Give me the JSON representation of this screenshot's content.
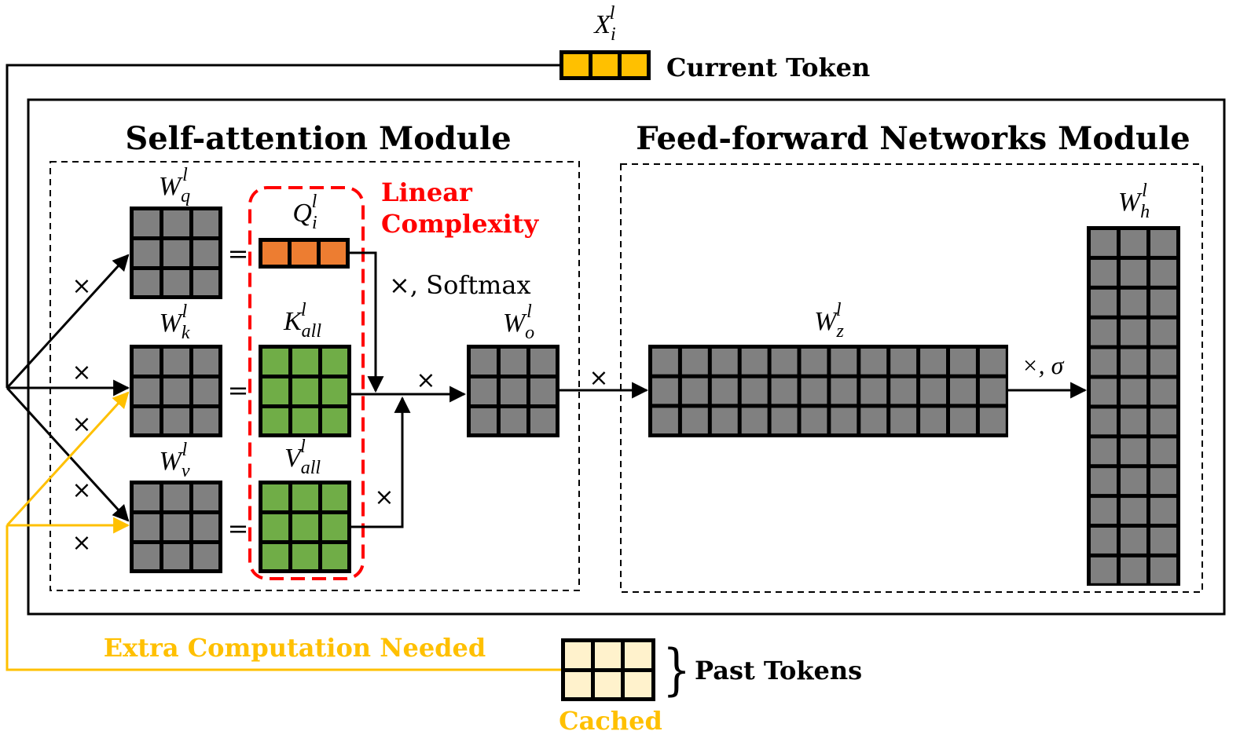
{
  "colors": {
    "black": "#000000",
    "gray_cell": "#808080",
    "orange_cell": "#ED7D31",
    "green_cell": "#70AD47",
    "gold": "#FFC000",
    "cream": "#FFF2CC",
    "red": "#FF0000"
  },
  "current_token": {
    "symbol_base": "X",
    "symbol_sub": "i",
    "symbol_sup": "l",
    "label": "Current Token"
  },
  "self_attention": {
    "title": "Self-attention Module",
    "wq": {
      "base": "W",
      "sub": "q",
      "sup": "l"
    },
    "wk": {
      "base": "W",
      "sub": "k",
      "sup": "l"
    },
    "wv": {
      "base": "W",
      "sub": "v",
      "sup": "l"
    },
    "q": {
      "base": "Q",
      "sub": "i",
      "sup": "l"
    },
    "k": {
      "base": "K",
      "sub": "all",
      "sup": "l"
    },
    "v": {
      "base": "V",
      "sub": "all",
      "sup": "l"
    },
    "wo": {
      "base": "W",
      "sub": "o",
      "sup": "l"
    },
    "linear_line1": "Linear",
    "linear_line2": "Complexity",
    "softmax_label": "×,  Softmax",
    "times": "×",
    "equals": "="
  },
  "ffn": {
    "title": "Feed-forward Networks Module",
    "wz": {
      "base": "W",
      "sub": "z",
      "sup": "l"
    },
    "wh": {
      "base": "W",
      "sub": "h",
      "sup": "l"
    },
    "activation_label": "×, σ",
    "times": "×"
  },
  "past": {
    "extra_label": "Extra Computation Needed",
    "past_label": "Past Tokens",
    "cached_label": "Cached",
    "brace": "}"
  }
}
